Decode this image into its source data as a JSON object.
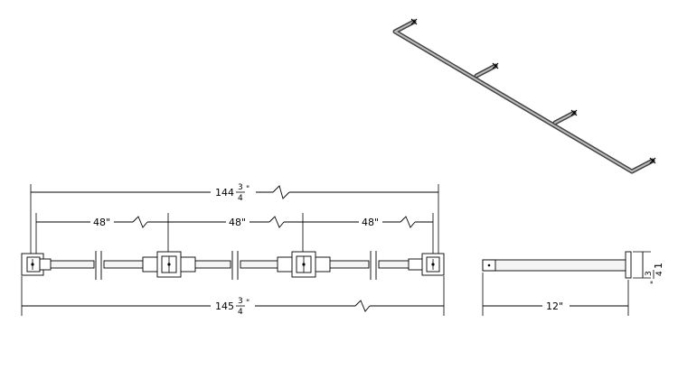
{
  "drawing": {
    "dimensions": {
      "overall_top": {
        "whole": "144",
        "num": "3",
        "den": "4",
        "unit": "\""
      },
      "spacing": [
        "48\"",
        "48\"",
        "48\""
      ],
      "overall_bottom": {
        "whole": "145",
        "num": "3",
        "den": "4",
        "unit": "\""
      },
      "side_length": "12\"",
      "side_height": {
        "whole": "1",
        "num": "3",
        "den": "4",
        "unit": "\""
      }
    }
  }
}
